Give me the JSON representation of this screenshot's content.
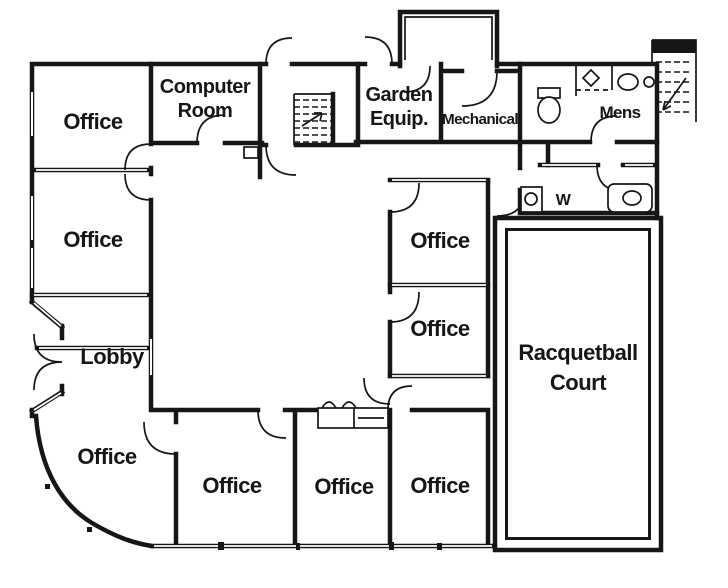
{
  "document": {
    "type": "floor-plan",
    "background": "#ffffff",
    "ink": "#161616"
  },
  "labels": {
    "office_top_left": "Office",
    "computer_line1": "Computer",
    "computer_line2": "Room",
    "garden_line1": "Garden",
    "garden_line2": "Equip.",
    "mechanical": "Mechanical",
    "mens": "Mens",
    "office_left_2": "Office",
    "w_restroom": "W",
    "office_mid_1": "Office",
    "office_mid_2": "Office",
    "racquetball_line1": "Racquetball",
    "racquetball_line2": "Court",
    "lobby": "Lobby",
    "office_bottom_left": "Office",
    "office_bottom_1": "Office",
    "office_bottom_2": "Office",
    "office_bottom_3": "Office"
  }
}
